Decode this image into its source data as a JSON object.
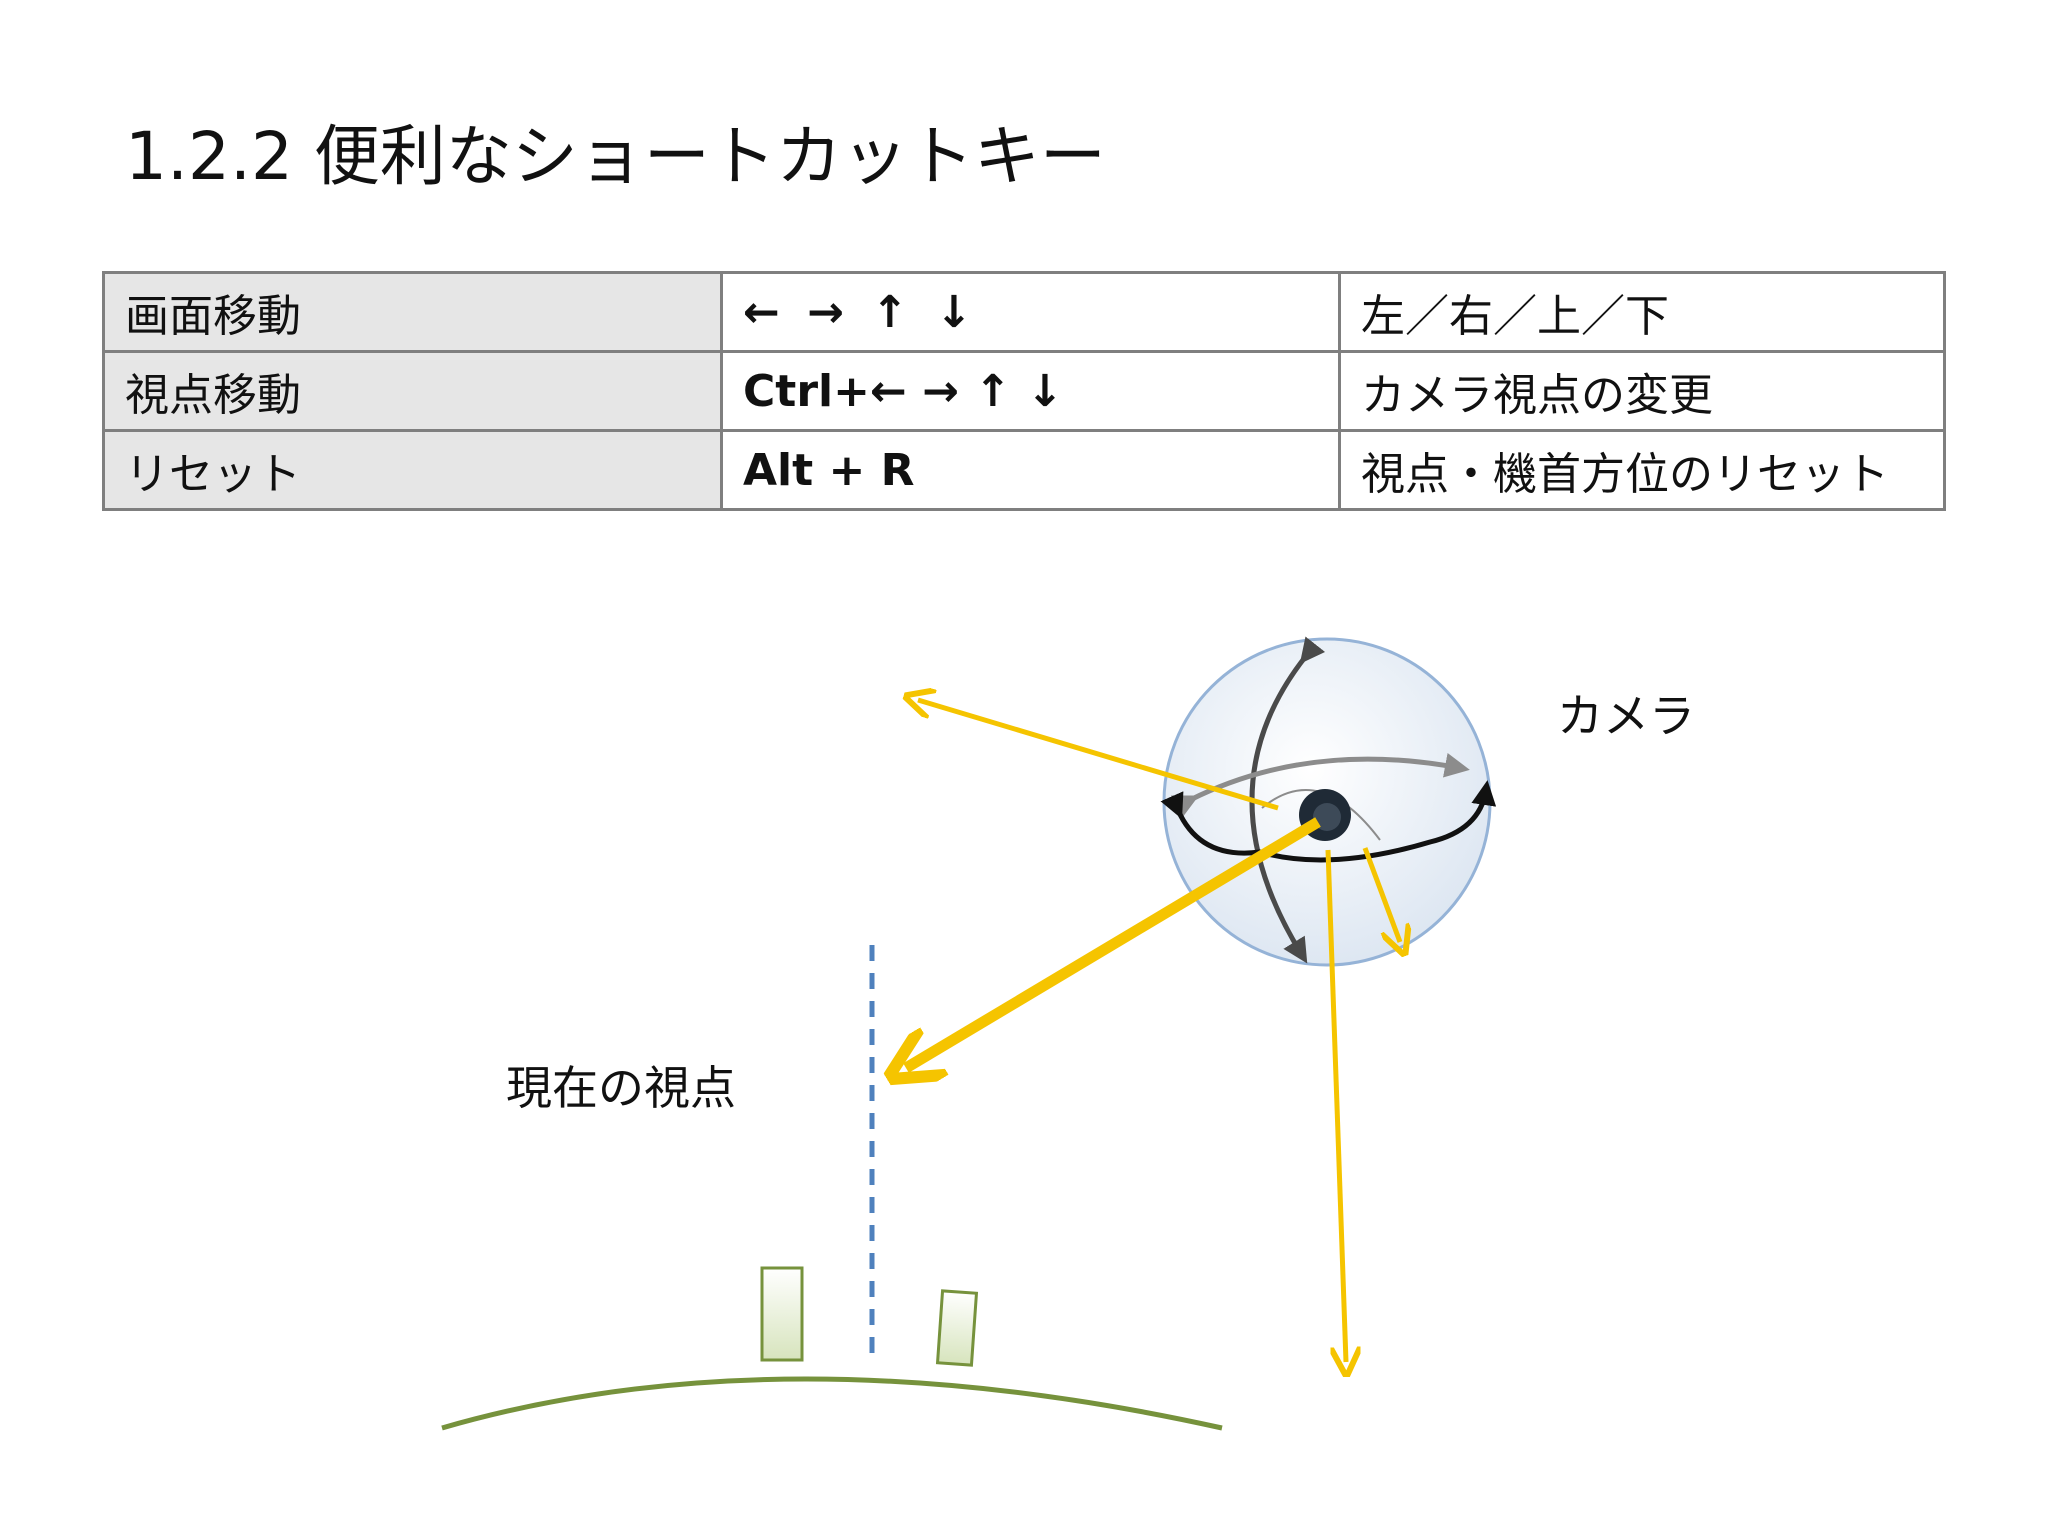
{
  "slide": {
    "title": "1.2.2 便利なショートカットキー"
  },
  "shortcuts": {
    "rows": [
      {
        "action": "画面移動",
        "keys": "←  →  ↑   ↓",
        "description": "左／右／上／下"
      },
      {
        "action": "視点移動",
        "keys": "Ctrl+←  →  ↑   ↓",
        "description": "カメラ視点の変更"
      },
      {
        "action": "リセット",
        "keys": "Alt + R",
        "description": "視点・機首方位のリセット"
      }
    ]
  },
  "diagram": {
    "camera_label": "カメラ",
    "viewpoint_label": "現在の視点",
    "colors": {
      "arrow": "#f5c400",
      "ground": "#76923c",
      "building_fill": "#eaf1dd",
      "sphere_fill": "#dbe5f1",
      "sphere_stroke": "#95b3d7",
      "dashed_line": "#4f81bd"
    }
  }
}
